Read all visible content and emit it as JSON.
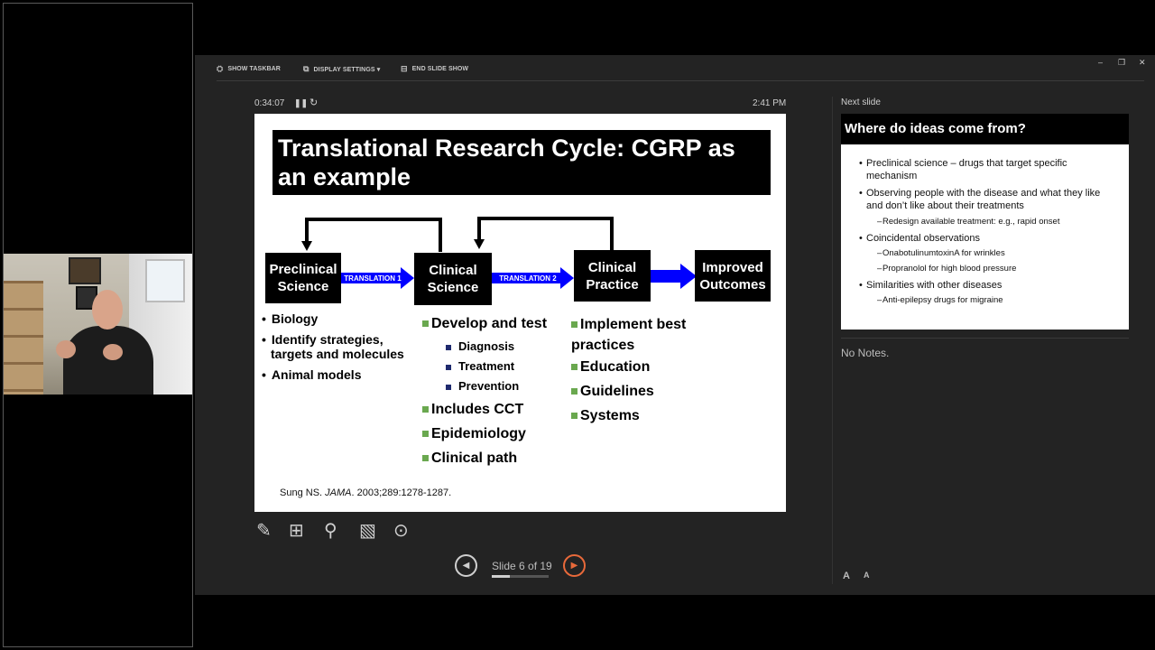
{
  "toolbar": {
    "show_taskbar": "SHOW TASKBAR",
    "display_settings": "DISPLAY SETTINGS ▾",
    "end_slide_show": "END SLIDE SHOW"
  },
  "window_controls": {
    "minimize": "–",
    "restore": "❐",
    "close": "✕"
  },
  "status": {
    "elapsed": "0:34:07",
    "clock": "2:41 PM"
  },
  "slide": {
    "title": "Translational Research Cycle: CGRP as an example",
    "boxes": {
      "preclinical": "Preclinical Science",
      "clinical_science": "Clinical Science",
      "clinical_practice": "Clinical Practice",
      "improved": "Improved Outcomes"
    },
    "translation1": "TRANSLATION 1",
    "translation2": "TRANSLATION 2",
    "col1": [
      "Biology",
      "Identify strategies, targets and molecules",
      "Animal models"
    ],
    "col2_main": "Develop and test",
    "col2_sub": [
      "Diagnosis",
      "Treatment",
      "Prevention"
    ],
    "col2_more": [
      "Includes CCT",
      "Epidemiology",
      "Clinical path"
    ],
    "col3": [
      "Implement best practices",
      "Education",
      "Guidelines",
      "Systems"
    ],
    "citation_author": "Sung NS.",
    "citation_journal": "JAMA",
    "citation_rest": ". 2003;289:1278-1287."
  },
  "navigation": {
    "indicator": "Slide 6 of 19",
    "progress_fraction": 0.316
  },
  "next_slide": {
    "label": "Next slide",
    "title": "Where do ideas come from?",
    "b1": "Preclinical science – drugs that target specific mechanism",
    "b2": "Observing people with the disease and what they like and don’t like about their treatments",
    "b2s1": "Redesign available treatment: e.g., rapid onset",
    "b3": "Coincidental observations",
    "b3s1": "OnabotulinumtoxinA for wrinkles",
    "b3s2": "Propranolol for high blood pressure",
    "b4": "Similarities with other diseases",
    "b4s1": "Anti-epilepsy drugs for migraine"
  },
  "notes": {
    "text": "No Notes."
  },
  "font_controls": {
    "increase": "A",
    "decrease": "A"
  },
  "colors": {
    "accent": "#e8693a",
    "arrow_blue": "#0000ff",
    "bullet_green": "#6aa84f"
  }
}
